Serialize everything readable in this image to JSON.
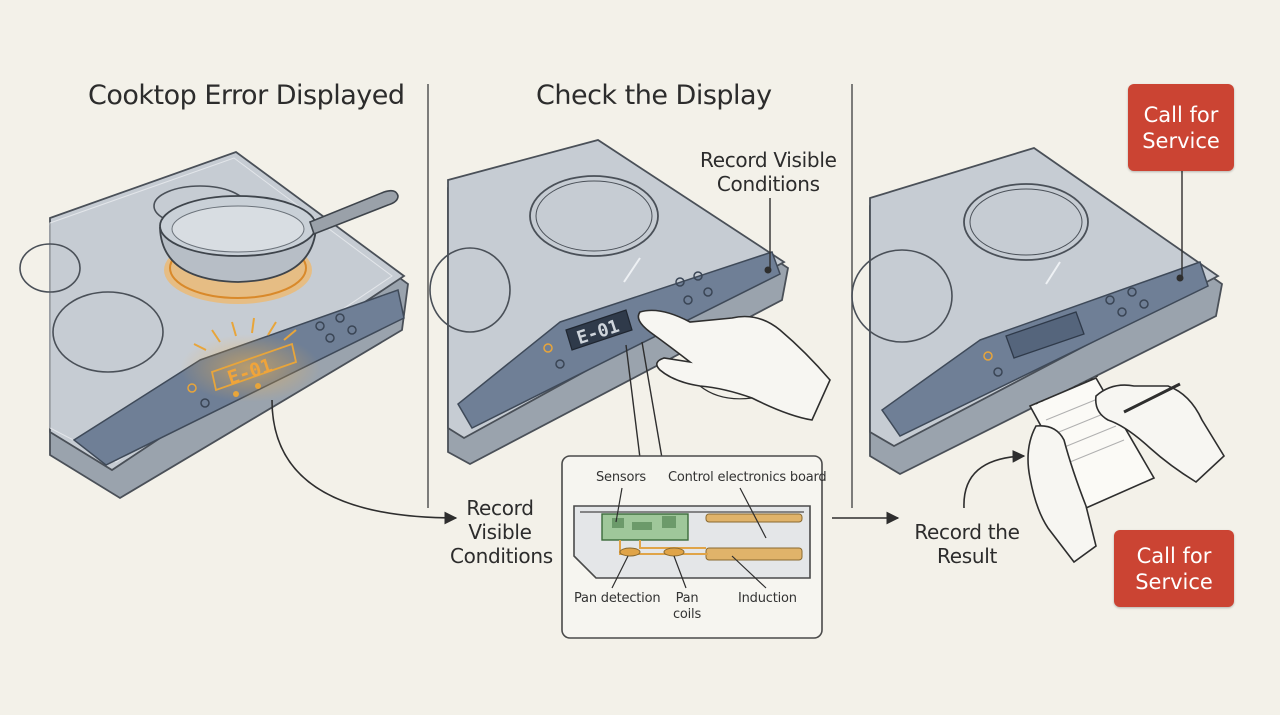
{
  "panels": [
    {
      "title": "Cooktop Error Displayed",
      "display_code": "E-01"
    },
    {
      "title": "Check the Display",
      "display_code": "E-01",
      "callout_top": "Record Visible\nConditions"
    },
    {
      "callout_bottom": "Record the\nResult"
    }
  ],
  "center_callout": "Record\nVisible\nConditions",
  "service_buttons": [
    "Call for\nService",
    "Call for\nService"
  ],
  "inset": {
    "labels": {
      "sensors": "Sensors",
      "control_board": "Control electronics board",
      "pan_detection": "Pan detection",
      "pan_coils": "Pan\ncoils",
      "induction": "Induction"
    }
  },
  "colors": {
    "background": "#f3f1e9",
    "glass": "#c6ccd3",
    "control_strip": "#6f7f96",
    "display_glow": "#e8a53a",
    "service_button": "#cb4433",
    "circuit_board": "#9fc79a"
  }
}
